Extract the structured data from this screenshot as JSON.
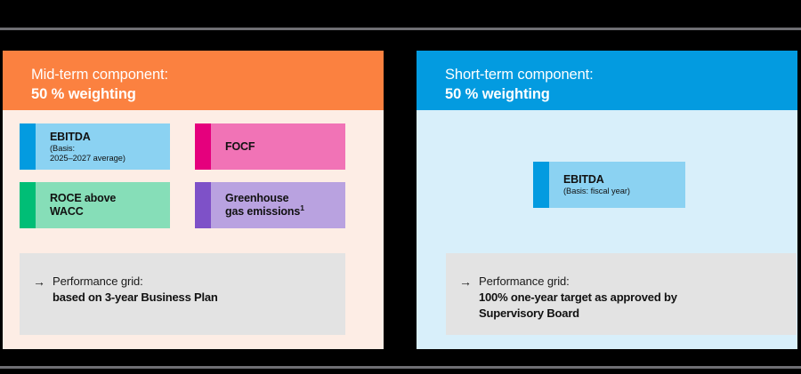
{
  "rules": {
    "top": "divider-top",
    "bottom": "divider-bottom"
  },
  "panels": [
    {
      "id": "mid-term",
      "header_line1": "Mid-term component:",
      "header_line2": "50 % weighting",
      "header_color": "#FB8140",
      "body_color": "#FDEDE5",
      "kpis": [
        {
          "title": "EBITDA",
          "sub_line1": "(Basis:",
          "sub_line2": "2025–2027 average)",
          "accent": "#039BE0",
          "fill": "#8BD2F2"
        },
        {
          "title": "FOCF",
          "sub_line1": "",
          "sub_line2": "",
          "accent": "#E5007D",
          "fill": "#F173B6"
        },
        {
          "title_line1": "ROCE above",
          "title_line2": "WACC",
          "accent": "#00BE76",
          "fill": "#86DEB8"
        },
        {
          "title_line1": "Greenhouse",
          "title_line2": "gas emissions",
          "superscript": "1",
          "accent": "#7E51C8",
          "fill": "#B9A2E0"
        }
      ],
      "grid": {
        "arrow": "arrow-right-icon",
        "lead": "Performance grid:",
        "detail_line1": "based on 3-year Business Plan",
        "detail_line2": ""
      }
    },
    {
      "id": "short-term",
      "header_line1": "Short-term component:",
      "header_line2": "50 % weighting",
      "header_color": "#039BE0",
      "body_color": "#D8EFFA",
      "kpis": [
        {
          "title": "EBITDA",
          "sub_line1": "(Basis: fiscal year)",
          "accent": "#039BE0",
          "fill": "#8BD2F2"
        }
      ],
      "grid": {
        "arrow": "arrow-right-icon",
        "lead": "Performance grid:",
        "detail_line1": "100% one-year target as approved by",
        "detail_line2": "Supervisory Board"
      }
    }
  ]
}
